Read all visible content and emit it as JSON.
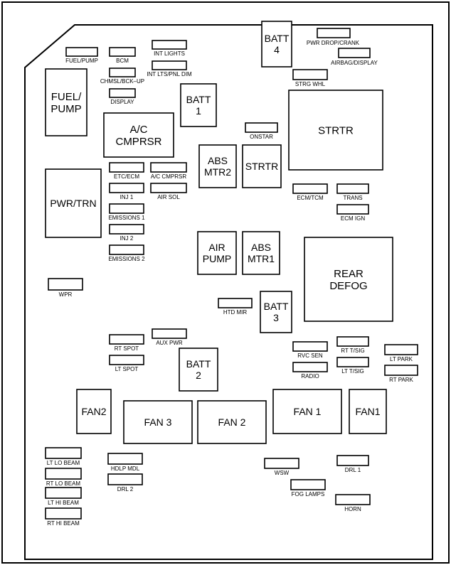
{
  "diagram": {
    "labels": {
      "fuel_pump_small": "FUEL/PUMP",
      "bcm": "BCM",
      "int_lights": "INT LIGHTS",
      "int_lts_pnl_dim": "INT LTS/PNL DIM",
      "chmsl_bck_up": "CHMSL/BCK–UP",
      "display": "DISPLAY",
      "fuel_pump_big": "FUEL/\nPUMP",
      "batt1": "BATT\n1",
      "batt4": "BATT\n4",
      "pwr_drop_crank": "PWR DROP/CRANK",
      "airbag_display": "AIRBAG/DISPLAY",
      "strg_whl": "STRG WHL",
      "strtr_big": "STRTR",
      "ac_cmprsr_big": "A/C\nCMPRSR",
      "onstar": "ONSTAR",
      "abs_mtr2": "ABS\nMTR2",
      "strtr_small": "STRTR",
      "etc_ecm": "ETC/ECM",
      "ac_cmprsr_small": "A/C CMPRSR",
      "inj1": "INJ 1",
      "air_sol": "AIR SOL",
      "pwr_trn": "PWR/TRN",
      "emissions1": "EMISSIONS 1",
      "inj2": "INJ 2",
      "emissions2": "EMISSIONS 2",
      "ecm_tcm": "ECM/TCM",
      "trans": "TRANS",
      "ecm_ign": "ECM IGN",
      "air_pump": "AIR\nPUMP",
      "abs_mtr1": "ABS\nMTR1",
      "rear_defog": "REAR\nDEFOG",
      "wpr": "WPR",
      "htd_mir": "HTD MIR",
      "batt3": "BATT\n3",
      "aux_pwr": "AUX PWR",
      "rt_spot": "RT SPOT",
      "lt_spot": "LT SPOT",
      "batt2": "BATT\n2",
      "rvc_sen": "RVC SEN",
      "radio": "RADIO",
      "rt_tsig": "RT T/SIG",
      "lt_tsig": "LT T/SIG",
      "lt_park": "LT PARK",
      "rt_park": "RT PARK",
      "fan2_small": "FAN2",
      "fan3": "FAN 3",
      "fan2_big": "FAN 2",
      "fan1_big": "FAN 1",
      "fan1_small": "FAN1",
      "lt_lo_beam": "LT LO BEAM",
      "rt_lo_beam": "RT LO BEAM",
      "lt_hi_beam": "LT HI BEAM",
      "rt_hi_beam": "RT HI BEAM",
      "hdlp_mdl": "HDLP MDL",
      "drl2": "DRL 2",
      "wsw": "WSW",
      "drl1": "DRL 1",
      "fog_lamps": "FOG LAMPS",
      "horn": "HORN"
    }
  }
}
